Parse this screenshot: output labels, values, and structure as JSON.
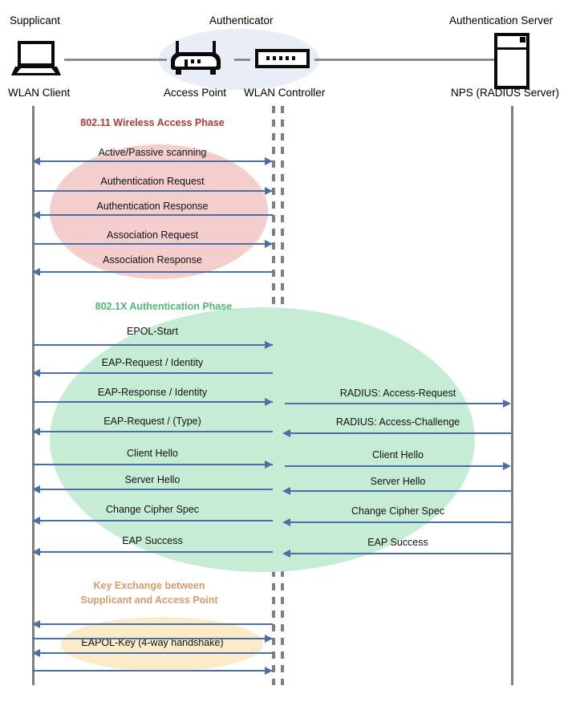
{
  "actors": [
    {
      "role": "Supplicant",
      "device": "WLAN Client",
      "icon": "laptop-icon"
    },
    {
      "role": "Authenticator",
      "device": "Access Point",
      "icon": "access-point-icon"
    },
    {
      "role": "",
      "device": "WLAN Controller",
      "icon": "wlan-controller-icon"
    },
    {
      "role": "Authentication Server",
      "device": "NPS (RADIUS Server)",
      "icon": "server-icon"
    }
  ],
  "phases": [
    {
      "id": "wireless-access",
      "label": "802.11 Wireless Access Phase",
      "color": "#a83a3a",
      "ellipse_color": "#f4cdcd"
    },
    {
      "id": "dot1x-auth",
      "label": "802.1X Authentication Phase",
      "color": "#4fb97a",
      "ellipse_color": "#c7ecd6"
    },
    {
      "id": "key-exchange",
      "label": "Key Exchange between\nSupplicant and Access Point",
      "label_line1": "Key Exchange between",
      "label_line2": "Supplicant and Access Point",
      "color": "#d79b6a",
      "ellipse_color": "#fbebc8"
    }
  ],
  "messages_left": [
    {
      "text": "Active/Passive scanning",
      "direction": "left"
    },
    {
      "text": "Authentication Request",
      "direction": "right"
    },
    {
      "text": "Authentication Response",
      "direction": "left"
    },
    {
      "text": "Association Request",
      "direction": "right"
    },
    {
      "text": "Association Response",
      "direction": "left"
    },
    {
      "text": "EPOL-Start",
      "direction": "right"
    },
    {
      "text": "EAP-Request / Identity",
      "direction": "left"
    },
    {
      "text": "EAP-Response / Identity",
      "direction": "right"
    },
    {
      "text": "EAP-Request / (Type)",
      "direction": "left"
    },
    {
      "text": "Client Hello",
      "direction": "right"
    },
    {
      "text": "Server Hello",
      "direction": "left"
    },
    {
      "text": "Change Cipher Spec",
      "direction": "left"
    },
    {
      "text": "EAP Success",
      "direction": "left"
    },
    {
      "text": "",
      "direction": "left"
    },
    {
      "text": "EAPOL-Key (4-way handshake)",
      "direction": "right"
    },
    {
      "text": "",
      "direction": "left"
    },
    {
      "text": "",
      "direction": "right"
    }
  ],
  "messages_right": [
    {
      "text": "RADIUS: Access-Request",
      "direction": "right"
    },
    {
      "text": "RADIUS: Access-Challenge",
      "direction": "left"
    },
    {
      "text": "Client Hello",
      "direction": "right"
    },
    {
      "text": "Server Hello",
      "direction": "left"
    },
    {
      "text": "Change Cipher Spec",
      "direction": "left"
    },
    {
      "text": "EAP Success",
      "direction": "left"
    }
  ],
  "colors": {
    "arrow": "#4a6fa5",
    "lifeline": "#7f7f7f",
    "wire": "#8d8d8d",
    "authenticator_blob": "#e8edf7"
  }
}
